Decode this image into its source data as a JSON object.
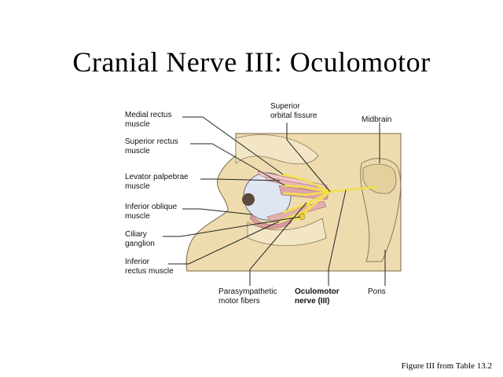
{
  "title": "Cranial Nerve III: Oculomotor",
  "caption": "Figure III from Table 13.2",
  "labels": {
    "medial_rectus": [
      "Medial rectus",
      "muscle"
    ],
    "superior_rectus": [
      "Superior rectus",
      "muscle"
    ],
    "levator": [
      "Levator palpebrae",
      "muscle"
    ],
    "inferior_oblique": [
      "Inferior oblique",
      "muscle"
    ],
    "ciliary": [
      "Ciliary",
      "ganglion"
    ],
    "inferior_rectus": [
      "Inferior",
      "rectus muscle"
    ],
    "superior_orbital": [
      "Superior",
      "orbital fissure"
    ],
    "midbrain": [
      "Midbrain"
    ],
    "parasympathetic": [
      "Parasympathetic",
      "motor fibers"
    ],
    "oculomotor": [
      "Oculomotor",
      "nerve (III)"
    ],
    "pons": [
      "Pons"
    ]
  },
  "colors": {
    "nerve": "#f2e04a",
    "bone": "#efe0b4",
    "skin": "#e9d3a4",
    "brain": "#ead9ae",
    "eye": "#dfe6f2",
    "muscle": "#e8b7b7"
  }
}
